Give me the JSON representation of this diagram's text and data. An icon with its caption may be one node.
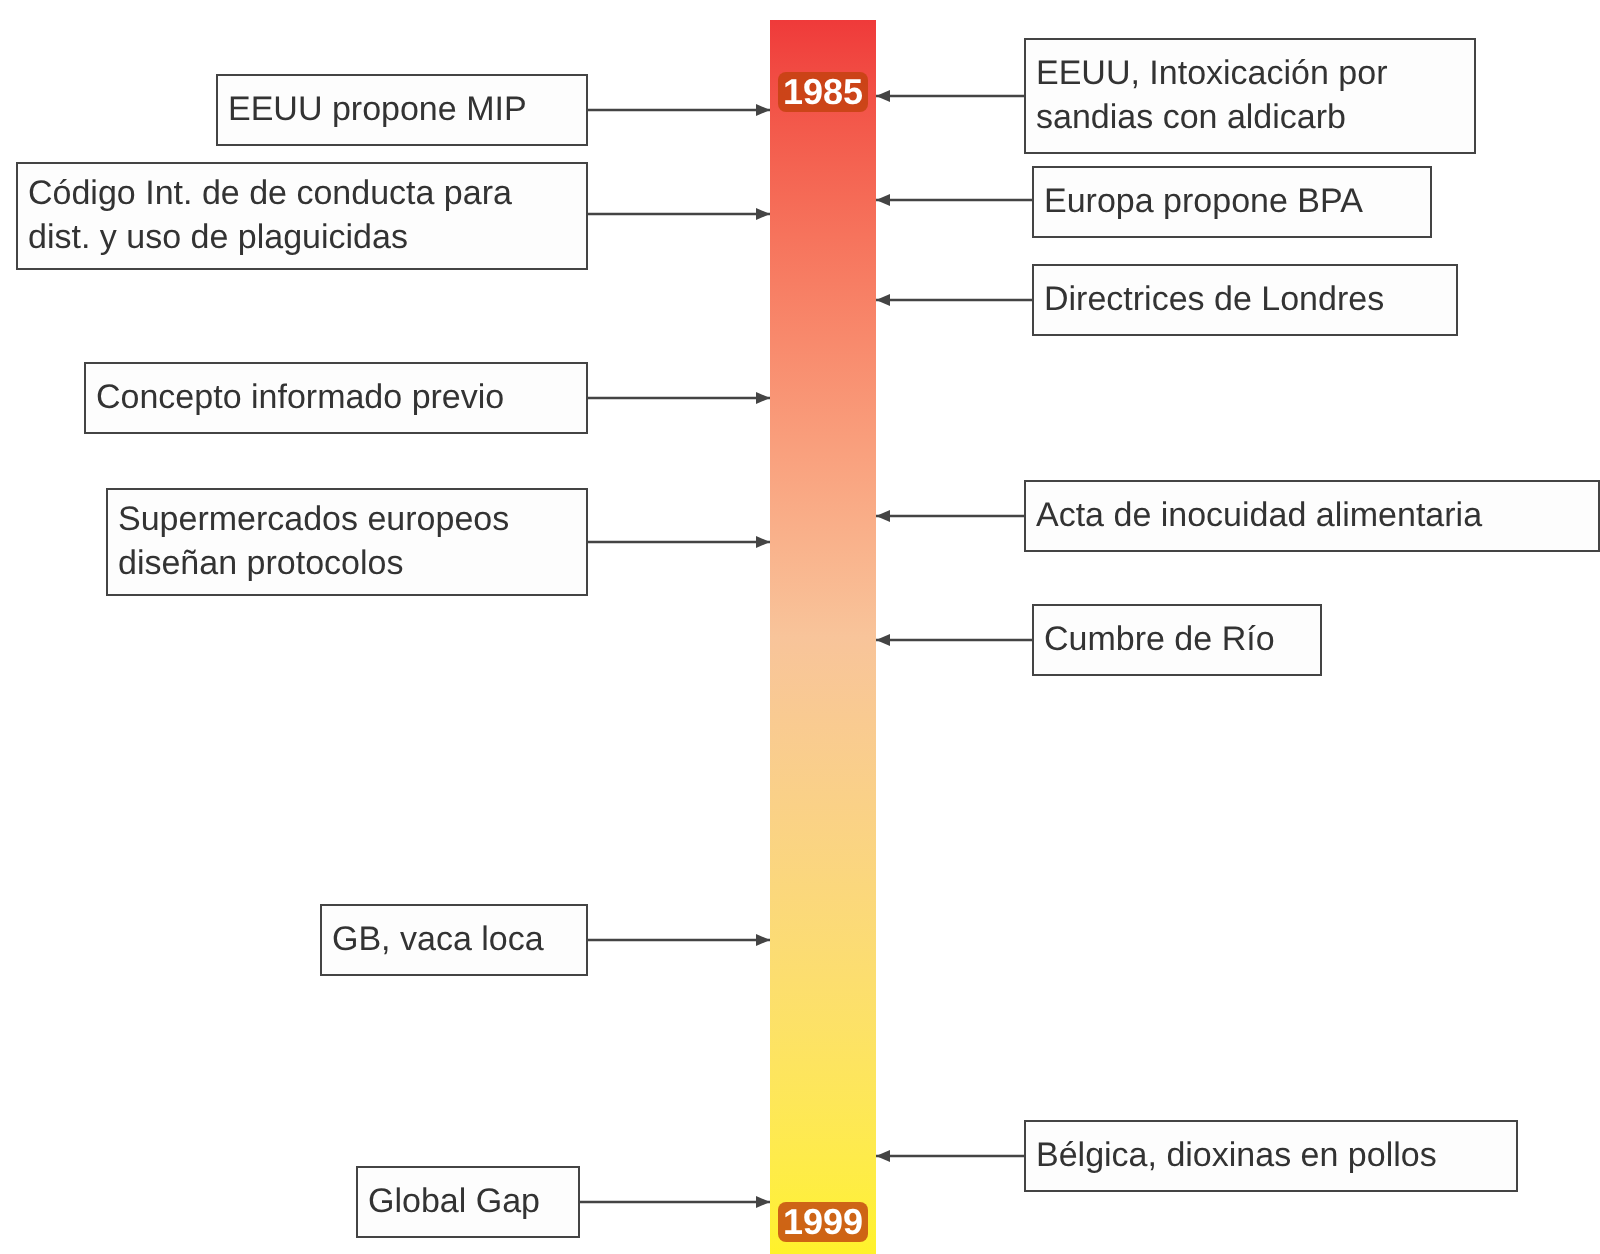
{
  "diagram": {
    "nodes": [
      {
        "text": [
          "EEUU propone MIP"
        ]
      },
      {
        "text": [
          "EEUU, Intoxicación por sandias con aldicarb"
        ]
      },
      {
        "text": [
          "Código Int. de de conducta para dist. y uso de plaguicidas"
        ]
      },
      {
        "text": [
          "Europa propone BPA"
        ]
      },
      {
        "text": [
          "Directrices de Londres"
        ]
      },
      {
        "text": [
          "Concepto informado previo"
        ]
      },
      {
        "text": [
          "Acta de inocuidad alimentaria"
        ]
      },
      {
        "text": [
          "Supermercados europeos diseñan protocolos"
        ]
      },
      {
        "text": [
          "Cumbre de Río"
        ]
      },
      {
        "text": [
          "GB, vaca loca"
        ]
      },
      {
        "text": [
          "Bélgica, dioxinas en pollos"
        ]
      },
      {
        "text": [
          "Global Gap"
        ]
      },
      {
        "text": [
          "1985",
          "1999"
        ]
      }
    ],
    "edges": [
      {
        "from": 0,
        "to": 12,
        "arrow": "to"
      },
      {
        "from": 1,
        "to": 12,
        "arrow": "to"
      },
      {
        "from": 2,
        "to": 12,
        "arrow": "to"
      },
      {
        "from": 3,
        "to": 12,
        "arrow": "to"
      },
      {
        "from": 4,
        "to": 12,
        "arrow": "to"
      },
      {
        "from": 5,
        "to": 12,
        "arrow": "to"
      },
      {
        "from": 6,
        "to": 12,
        "arrow": "to"
      },
      {
        "from": 7,
        "to": 12,
        "arrow": "to"
      },
      {
        "from": 8,
        "to": 12,
        "arrow": "to"
      },
      {
        "from": 9,
        "to": 12,
        "arrow": "to"
      },
      {
        "from": 10,
        "to": 12,
        "arrow": "to"
      },
      {
        "from": 11,
        "to": 12,
        "arrow": "to"
      }
    ]
  }
}
